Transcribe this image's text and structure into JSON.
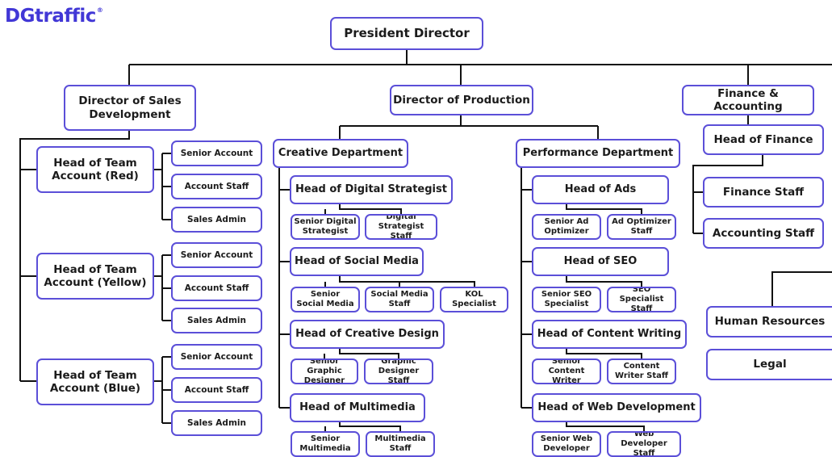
{
  "brand": {
    "logo_text_dg": "DG",
    "logo_text_rest": "traffic",
    "logo_mark": "®"
  },
  "colors": {
    "box_border": "#5b4fd8",
    "line": "#111111",
    "brand": "#4137d6"
  },
  "org": {
    "president": "President Director",
    "sales": {
      "title": "Director of Sales\nDevelopment",
      "teams": [
        {
          "head": "Head of Team\nAccount (Red)",
          "staff": [
            "Senior Account",
            "Account Staff",
            "Sales Admin"
          ]
        },
        {
          "head": "Head of Team\nAccount (Yellow)",
          "staff": [
            "Senior Account",
            "Account Staff",
            "Sales Admin"
          ]
        },
        {
          "head": "Head of Team\nAccount (Blue)",
          "staff": [
            "Senior Account",
            "Account Staff",
            "Sales Admin"
          ]
        }
      ]
    },
    "production": {
      "title": "Director of Production",
      "creative": {
        "title": "Creative Department",
        "heads": [
          {
            "head": "Head of Digital Strategist",
            "staff": [
              "Senior Digital\nStrategist",
              "Digital\nStrategist Staff"
            ]
          },
          {
            "head": "Head of Social Media",
            "staff": [
              "Senior\nSocial Media",
              "Social Media\nStaff",
              "KOL\nSpecialist"
            ]
          },
          {
            "head": "Head of Creative Design",
            "staff": [
              "Senior Graphic\nDesigner",
              "Graphic\nDesigner Staff"
            ]
          },
          {
            "head": "Head of Multimedia",
            "staff": [
              "Senior\nMultimedia",
              "Multimedia\nStaff"
            ]
          }
        ]
      },
      "performance": {
        "title": "Performance Department",
        "heads": [
          {
            "head": "Head of Ads",
            "staff": [
              "Senior Ad\nOptimizer",
              "Ad Optimizer\nStaff"
            ]
          },
          {
            "head": "Head of SEO",
            "staff": [
              "Senior SEO\nSpecialist",
              "SEO Specialist\nStaff"
            ]
          },
          {
            "head": "Head of Content Writing",
            "staff": [
              "Senior Content\nWriter",
              "Content\nWriter Staff"
            ]
          },
          {
            "head": "Head of Web Development",
            "staff": [
              "Senior Web\nDeveloper",
              "Web Developer\nStaff"
            ]
          }
        ]
      }
    },
    "finance": {
      "title": "Finance & Accounting",
      "head": "Head of Finance",
      "staff": [
        "Finance Staff",
        "Accounting Staff"
      ]
    },
    "hr": {
      "title": "Human Resources",
      "legal": "Legal"
    }
  }
}
